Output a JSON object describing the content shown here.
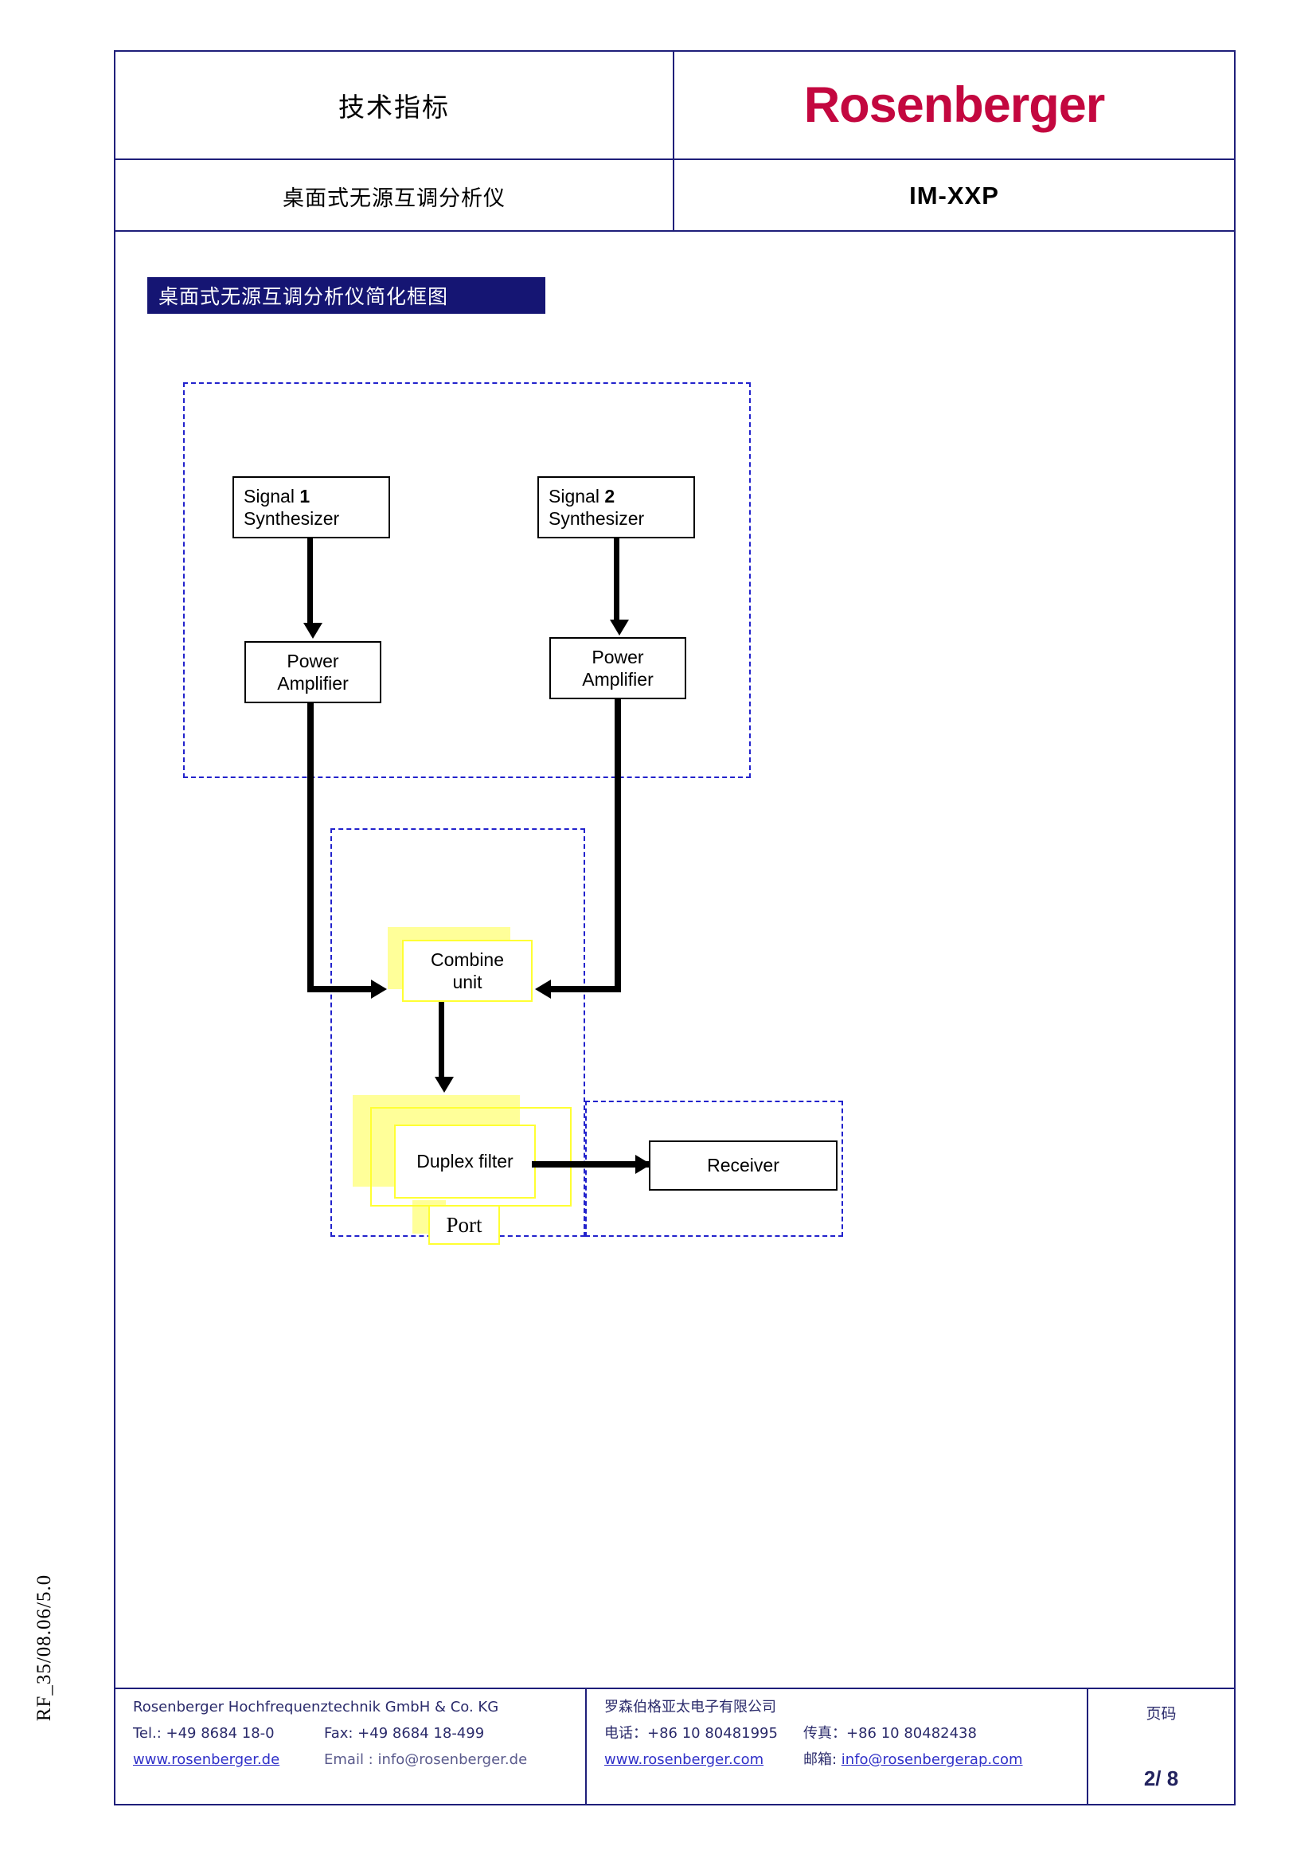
{
  "header": {
    "title_cn": "技术指标",
    "brand": "Rosenberger",
    "product_cn": "桌面式无源互调分析仪",
    "model": "IM-XXP",
    "brand_color": "#c3073f",
    "border_color": "#1f1f7a"
  },
  "section": {
    "bar_title": "桌面式无源互调分析仪简化框图",
    "bar_bg": "#151573",
    "bar_text_color": "#ffffff"
  },
  "diagram": {
    "type": "block-diagram",
    "dash_color": "#2222cc",
    "highlight_color": "#ffff99",
    "blocks": [
      {
        "id": "signal1",
        "label_prefix": "Signal ",
        "label_number": "1",
        "label_line2": "Synthesizer"
      },
      {
        "id": "signal2",
        "label_prefix": "Signal ",
        "label_number": "2",
        "label_line2": "Synthesizer"
      },
      {
        "id": "pa1",
        "line1": "Power",
        "line2": "Amplifier"
      },
      {
        "id": "pa2",
        "line1": "Power",
        "line2": "Amplifier"
      },
      {
        "id": "combine",
        "line1": "Combine",
        "line2": "unit"
      },
      {
        "id": "duplex",
        "label": "Duplex filter"
      },
      {
        "id": "port",
        "label": "Port"
      },
      {
        "id": "receiver",
        "label": "Receiver"
      }
    ],
    "labels": {
      "signal1_prefix": "Signal ",
      "signal1_num": "1",
      "signal1_line2": "Synthesizer",
      "signal2_prefix": "Signal ",
      "signal2_num": "2",
      "signal2_line2": "Synthesizer",
      "pa1_line1": "Power",
      "pa1_line2": "Amplifier",
      "pa2_line1": "Power",
      "pa2_line2": "Amplifier",
      "combine_line1": "Combine",
      "combine_line2": "unit",
      "duplex": "Duplex filter",
      "port": "Port",
      "receiver": "Receiver"
    }
  },
  "footer": {
    "left": {
      "company": "Rosenberger Hochfrequenztechnik GmbH & Co. KG",
      "tel": "Tel.: +49 8684  18-0",
      "fax": "Fax: +49 8684 18-499",
      "web": "www.rosenberger.de",
      "email_label": "Email : ",
      "email": "info@rosenberger.de"
    },
    "middle": {
      "company": "罗森伯格亚太电子有限公司",
      "tel_label": "电话：",
      "tel": "+86 10 80481995",
      "fax_label": "传真：",
      "fax": "+86 10 80482438",
      "web": "www.rosenberger.com",
      "email_label": "邮箱: ",
      "email": "info@rosenbergerap.com"
    },
    "page": {
      "label": "页码",
      "value": "2/ 8"
    }
  },
  "side_code": "RF_35/08.06/5.0"
}
